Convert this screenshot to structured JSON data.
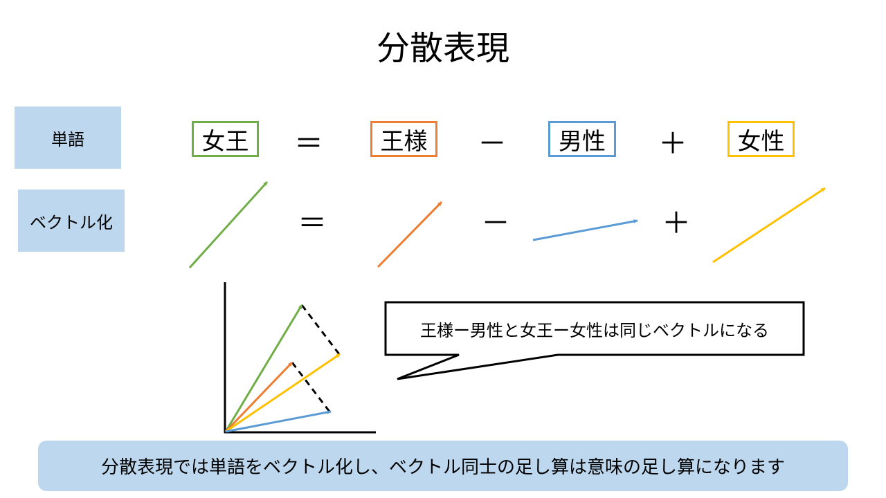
{
  "title": "分散表現",
  "row_labels": {
    "words": "単語",
    "vectors": "ベクトル化"
  },
  "words": {
    "queen": "女王",
    "king": "王様",
    "man": "男性",
    "woman": "女性"
  },
  "operators": {
    "equals": "＝",
    "minus": "－",
    "plus": "＋"
  },
  "callout": "王様ー男性と女王ー女性は同じベクトルになる",
  "summary": "分散表現では単語をベクトル化し、ベクトル同士の足し算は意味の足し算になります",
  "colors": {
    "queen": "#70ad47",
    "king": "#ed7d31",
    "man": "#5b9bd5",
    "woman": "#ffc000",
    "label_bg": "#bdd7ee",
    "summary_bg": "#bdd7ee"
  }
}
